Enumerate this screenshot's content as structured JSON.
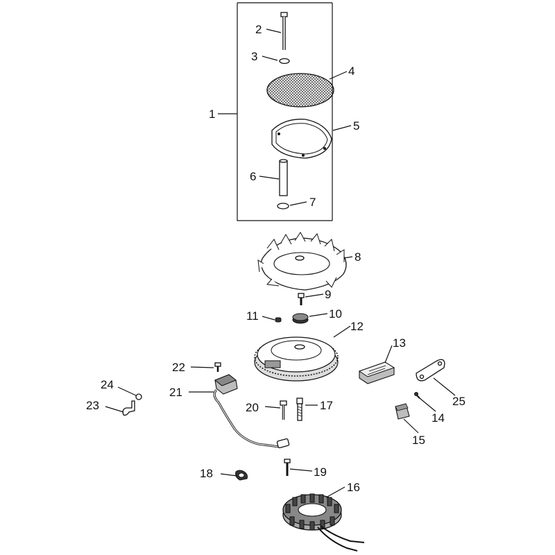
{
  "callouts": [
    {
      "id": "c1",
      "text": "1"
    },
    {
      "id": "c2",
      "text": "2"
    },
    {
      "id": "c3",
      "text": "3"
    },
    {
      "id": "c4",
      "text": "4"
    },
    {
      "id": "c5",
      "text": "5"
    },
    {
      "id": "c6",
      "text": "6"
    },
    {
      "id": "c7",
      "text": "7"
    },
    {
      "id": "c8",
      "text": "8"
    },
    {
      "id": "c9",
      "text": "9"
    },
    {
      "id": "c10",
      "text": "10"
    },
    {
      "id": "c11",
      "text": "11"
    },
    {
      "id": "c12",
      "text": "12"
    },
    {
      "id": "c13",
      "text": "13"
    },
    {
      "id": "c14",
      "text": "14"
    },
    {
      "id": "c15",
      "text": "15"
    },
    {
      "id": "c16",
      "text": "16"
    },
    {
      "id": "c17",
      "text": "17"
    },
    {
      "id": "c18",
      "text": "18"
    },
    {
      "id": "c19",
      "text": "19"
    },
    {
      "id": "c20",
      "text": "20"
    },
    {
      "id": "c21",
      "text": "21"
    },
    {
      "id": "c22",
      "text": "22"
    },
    {
      "id": "c23",
      "text": "23"
    },
    {
      "id": "c24",
      "text": "24"
    },
    {
      "id": "c25",
      "text": "25"
    }
  ]
}
